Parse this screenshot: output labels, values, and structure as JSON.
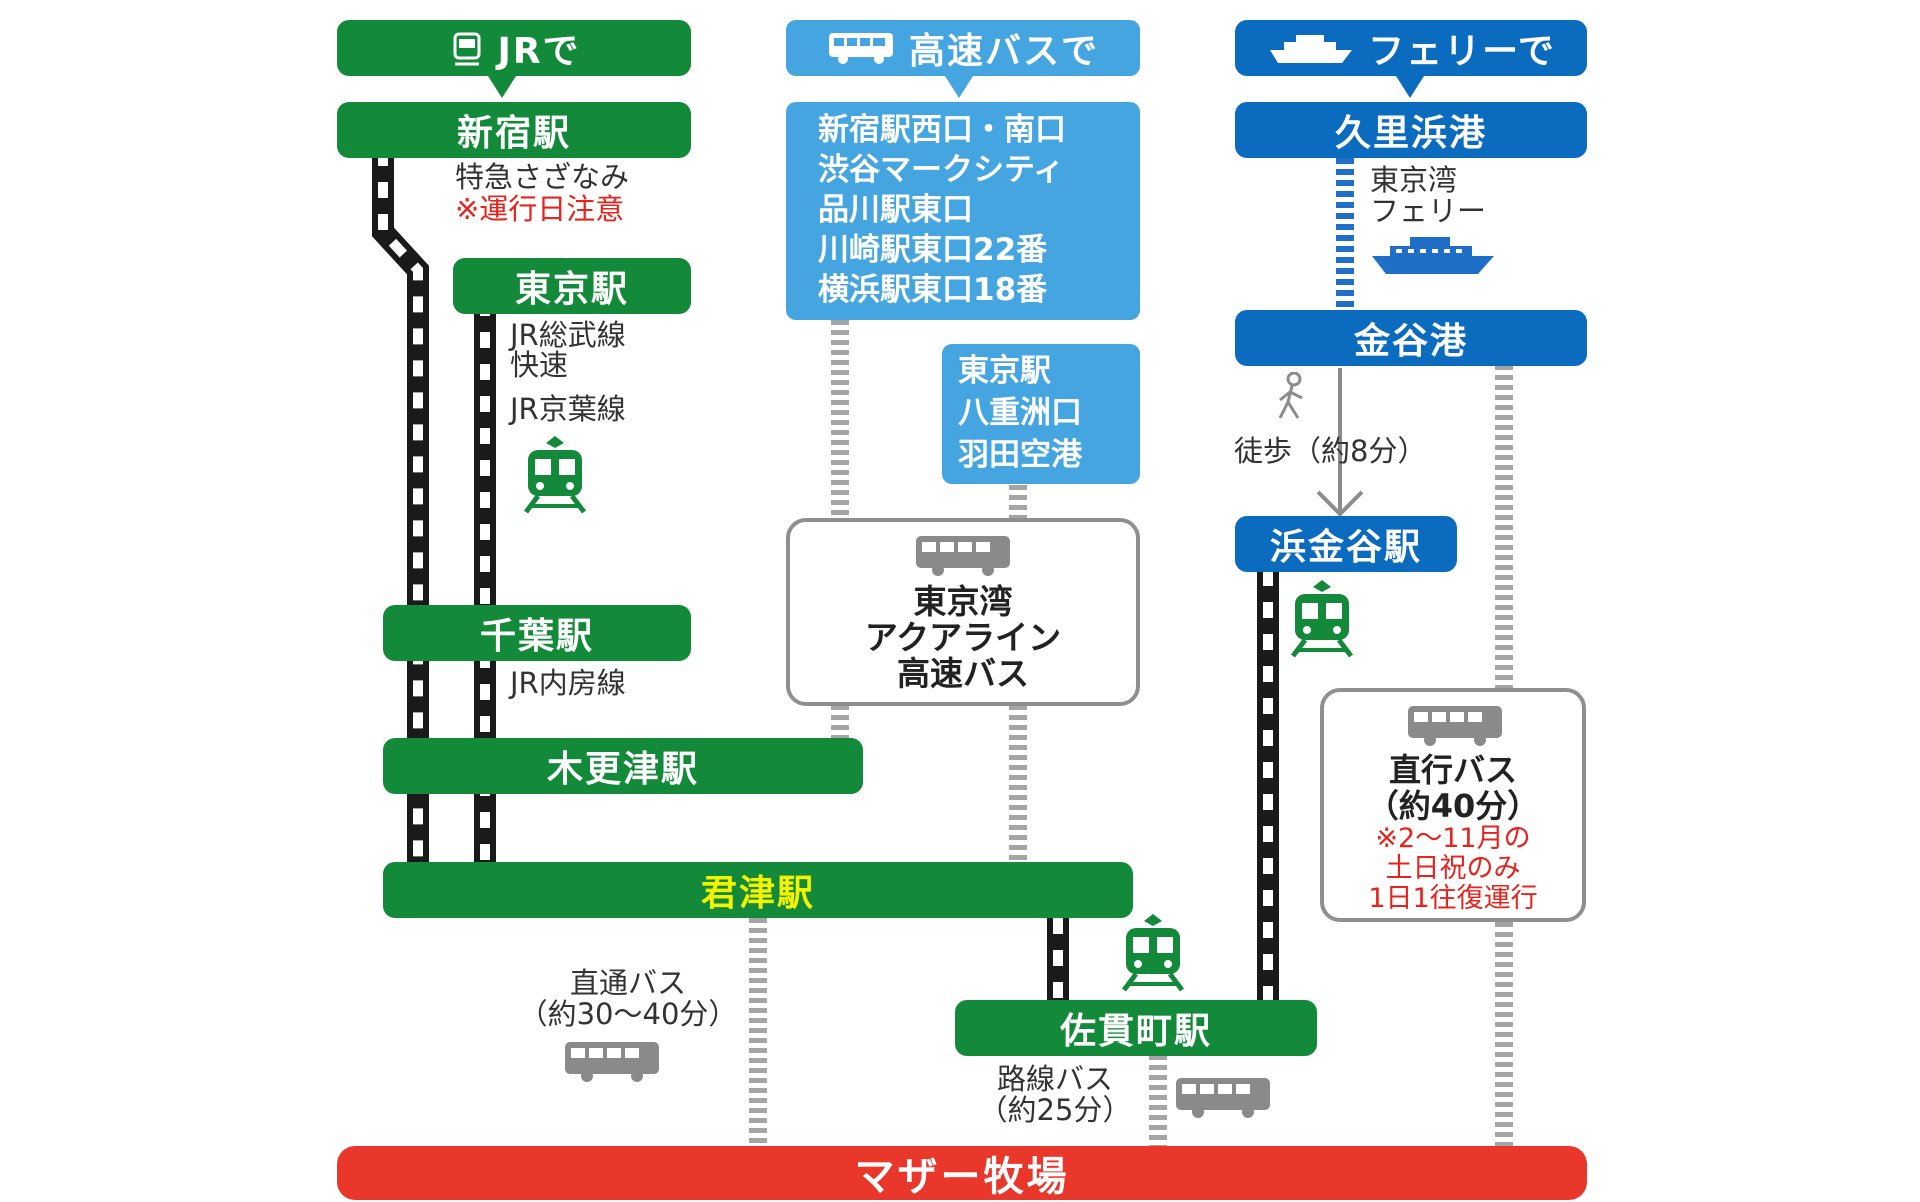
{
  "headers": {
    "jr": "JRで",
    "bus": "高速バスで",
    "ferry": "フェリーで"
  },
  "stations": {
    "shinjuku": "新宿駅",
    "tokyo": "東京駅",
    "chiba": "千葉駅",
    "kisarazu": "木更津駅",
    "kimitsu": "君津駅",
    "sanukimachi": "佐貫町駅",
    "kurihama": "久里浜港",
    "kanaya_port": "金谷港",
    "hama_kanaya": "浜金谷駅",
    "destination": "マザー牧場"
  },
  "jr_notes": {
    "sazanami": "特急さざなみ",
    "operating_day_note": "※運行日注意",
    "sobu_line": "JR総武線",
    "rapid": "快速",
    "keiyo_line": "JR京葉線",
    "uchibo_line": "JR内房線"
  },
  "bus_stops": [
    "新宿駅西口・南口",
    "渋谷マークシティ",
    "品川駅東口",
    "川崎駅東口22番",
    "横浜駅東口18番"
  ],
  "bus_stops2": [
    "東京駅",
    "八重洲口",
    "羽田空港"
  ],
  "aqualine_bus": [
    "東京湾",
    "アクアライン",
    "高速バス"
  ],
  "ferry_notes": {
    "ferry_name_1": "東京湾",
    "ferry_name_2": "フェリー",
    "walk": "徒歩（約8分）"
  },
  "direct_bus_kanaya": {
    "title_1": "直行バス",
    "title_2": "（約40分）",
    "note_1": "※2～11月の",
    "note_2": "土日祝のみ",
    "note_3": "1日1往復運行"
  },
  "direct_bus_kimitsu": {
    "line_1": "直通バス",
    "line_2": "（約30～40分）"
  },
  "route_bus_sanuki": {
    "line_1": "路線バス",
    "line_2": "（約25分）"
  },
  "colors": {
    "jr_green": "#138a39",
    "ferry_blue": "#0b6cbf",
    "bus_sky": "#44a5e0",
    "destination_red": "#e9382b",
    "kimitsu_text_yellow": "#f3f300",
    "note_red": "#e8231d"
  }
}
